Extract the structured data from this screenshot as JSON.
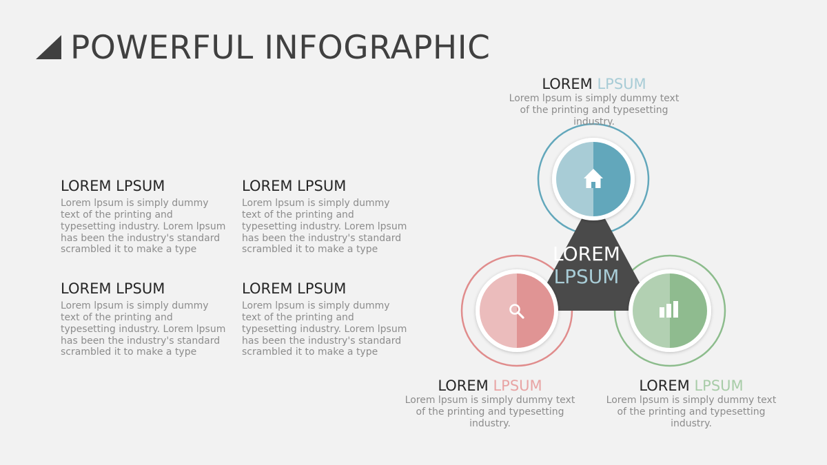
{
  "page": {
    "title": "POWERFUL INFOGRAPHIC"
  },
  "left_blocks": [
    {
      "heading": "LOREM LPSUM",
      "body_lines": [
        "Lorem lpsum is simply dummy",
        "text of the printing and",
        "typesetting industry. Lorem lpsum",
        "has been the industry's standard",
        "scrambled it to make a type"
      ]
    },
    {
      "heading": "LOREM LPSUM",
      "body_lines": [
        "Lorem lpsum is simply dummy",
        "text of the printing and",
        "typesetting industry. Lorem lpsum",
        "has been the industry's standard",
        "scrambled it to make a type"
      ]
    },
    {
      "heading": "LOREM LPSUM",
      "body_lines": [
        "Lorem lpsum is simply dummy",
        "text of the printing and",
        "typesetting industry. Lorem lpsum",
        "has been the industry's standard",
        "scrambled it to make a type"
      ]
    },
    {
      "heading": "LOREM LPSUM",
      "body_lines": [
        "Lorem lpsum is simply dummy",
        "text of the printing and",
        "typesetting industry. Lorem lpsum",
        "has been the industry's standard",
        "scrambled it to make a type"
      ]
    }
  ],
  "center": {
    "line1": "LOREM",
    "line2": "LPSUM",
    "triangle_color": "#4a4a4a"
  },
  "nodes": {
    "top": {
      "heading_dark": "LOREM",
      "heading_accent": "LPSUM",
      "body_lines": [
        "Lorem lpsum is simply dummy text",
        "of the printing and typesetting",
        "industry."
      ],
      "icon": "home-icon",
      "ring_color": "#62a7bb",
      "light_color": "#a8ccd6",
      "dark_color": "#62a7bb"
    },
    "left": {
      "heading_dark": "LOREM",
      "heading_accent": "LPSUM",
      "body_lines": [
        "Lorem lpsum is simply dummy text",
        "of the printing and typesetting",
        "industry."
      ],
      "icon": "search-icon",
      "ring_color": "#e08c8c",
      "light_color": "#ebbcbc",
      "dark_color": "#e09494"
    },
    "right": {
      "heading_dark": "LOREM",
      "heading_accent": "LPSUM",
      "body_lines": [
        "Lorem lpsum is simply dummy text",
        "of the printing and typesetting",
        "industry."
      ],
      "icon": "bar-chart-icon",
      "ring_color": "#8cbc8c",
      "light_color": "#b2d0b2",
      "dark_color": "#8fbb8f"
    }
  }
}
